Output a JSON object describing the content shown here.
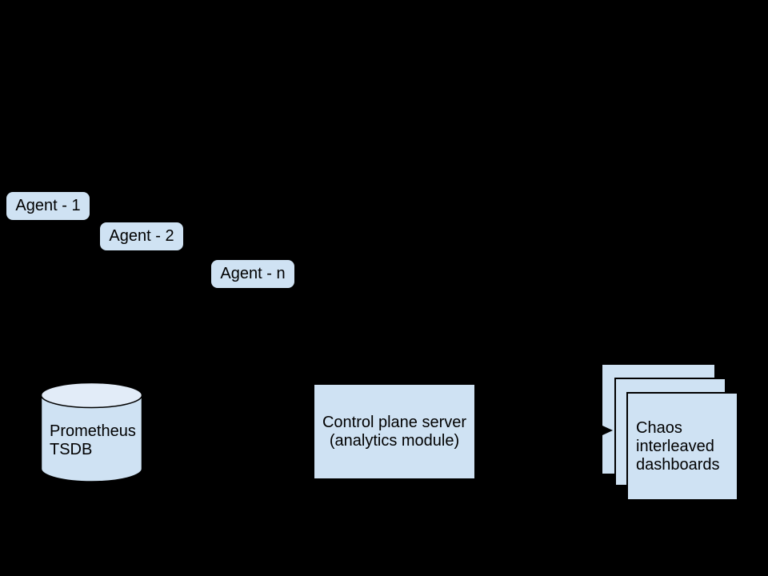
{
  "diagram": {
    "background_color": "#000000",
    "node_fill_color": "#cfe2f3",
    "cylinder_top_fill_color": "#e2ecf8",
    "outline_color": "#000000",
    "text_color": "#000000",
    "agents": [
      {
        "label": "Agent - 1"
      },
      {
        "label": "Agent - 2"
      },
      {
        "label": "Agent - n"
      }
    ],
    "tsdb": {
      "label": "Prometheus\nTSDB"
    },
    "control_plane": {
      "label": "Control plane server\n(analytics module)"
    },
    "dashboards": {
      "label": "Chaos\ninterleaved\ndashboards",
      "stack_count": 3
    },
    "arrow": {
      "from": "control-plane-server",
      "to": "dashboards-stack",
      "direction": "right"
    }
  }
}
